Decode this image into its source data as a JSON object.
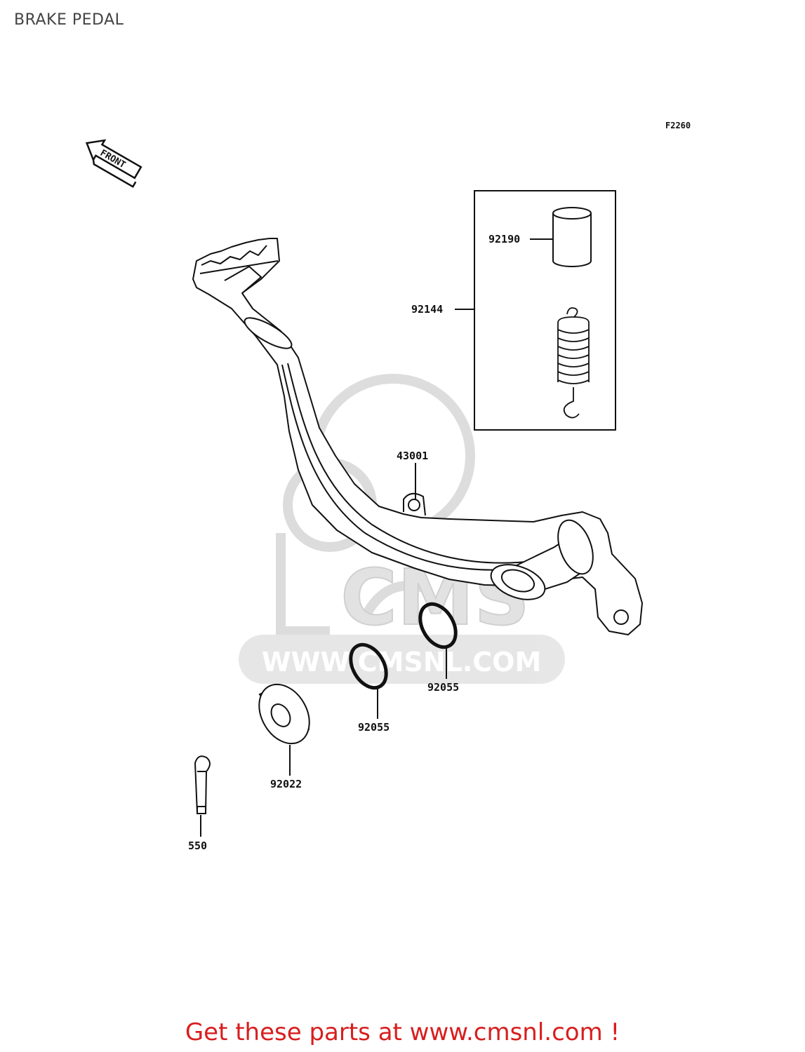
{
  "page": {
    "title": "BRAKE PEDAL"
  },
  "figure_code": "F2260",
  "front_marker": "FRONT",
  "parts": {
    "p92190": "92190",
    "p92144": "92144",
    "p43001": "43001",
    "p92055_a": "92055",
    "p92055_b": "92055",
    "p92022": "92022",
    "p550": "550"
  },
  "watermark": {
    "text": "WWW.CMSNL.COM",
    "logo": "CMS"
  },
  "footer": {
    "cta": "Get these parts at www.cmsnl.com !"
  },
  "colors": {
    "cta": "#d81e1e",
    "watermark": "#d9d9d9",
    "line": "#111111"
  }
}
